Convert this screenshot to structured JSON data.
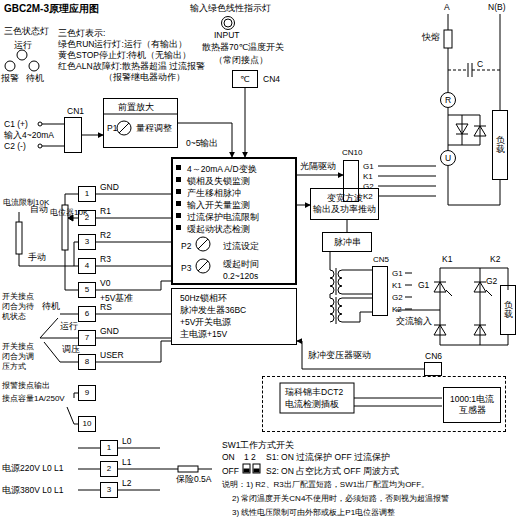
{
  "diagram": {
    "title": "GBC2M-3原理应用图",
    "nodes": [
      {
        "text": [
          "CN1"
        ]
      },
      {
        "text": [
          "前置放大",
          "P1",
          "量程调整"
        ]
      },
      {
        "text": [
          "℃",
          "CN4"
        ]
      },
      {
        "text": [
          "4～20mA A/D变换",
          "锁相及失锁监测",
          "产生移相脉冲",
          "输入开关量监测",
          "过流保护电流限制",
          "缓起动状态检测",
          "P2",
          "过流设定",
          "P3",
          "缓起时间",
          "0.2~120s"
        ]
      },
      {
        "text": [
          "50Hz锁相环",
          "脉冲发生器36BC",
          "+5V开关电源",
          "主电源+15V"
        ]
      },
      {
        "text": [
          "变宽方波",
          "输出及功率推动"
        ]
      },
      {
        "text": [
          "脉冲串"
        ]
      },
      {
        "text": [
          "CN10",
          "G1",
          "K1",
          "G2",
          "K2"
        ]
      },
      {
        "text": [
          "CN5",
          "G1",
          "K1",
          "G2",
          "K2"
        ]
      },
      {
        "text": [
          "CN6"
        ]
      },
      {
        "text": [
          "瑞科锦丰DCT2",
          "电流检测插板"
        ]
      },
      {
        "text": [
          "1000:1电流",
          "互感器"
        ],
        "in": 10
      },
      {
        "text": [
          "1"
        ]
      },
      {
        "text": [
          "2"
        ]
      },
      {
        "text": [
          "3"
        ]
      },
      {
        "text": [
          "4"
        ]
      },
      {
        "text": [
          "5"
        ]
      },
      {
        "text": [
          "6"
        ]
      },
      {
        "text": [
          "7"
        ]
      },
      {
        "text": [
          "8"
        ]
      },
      {
        "text": [
          "9"
        ]
      },
      {
        "text": [
          "10"
        ]
      },
      {
        "text": [
          "1"
        ]
      },
      {
        "text": [
          "2"
        ]
      },
      {
        "text": [
          "3"
        ]
      },
      {
        "text": [
          "R"
        ]
      },
      {
        "text": [
          "U"
        ]
      },
      {
        "text": [
          "负载"
        ]
      },
      {
        "text": [
          "负载"
        ]
      }
    ],
    "edges": [
      {
        "from": 0,
        "to": 1,
        "arrow": "to"
      },
      {
        "from": 1,
        "to": 3,
        "label": "0~5输出",
        "arrow": "to"
      },
      {
        "from": 2,
        "to": 3,
        "arrow": "to"
      },
      {
        "from": 3,
        "to": 7,
        "label": "光隔驱动",
        "arrow": "to"
      },
      {
        "from": 3,
        "to": 5,
        "arrow": "to"
      },
      {
        "from": 5,
        "to": 6,
        "arrow": "none"
      },
      {
        "from": 9,
        "to": 4,
        "arrow": "to"
      },
      {
        "from": 25,
        "to": 26,
        "arrow": "none"
      },
      {
        "from": 12,
        "to": 3,
        "arrow": "none"
      },
      {
        "from": 13,
        "to": 3,
        "arrow": "none"
      },
      {
        "from": 14,
        "to": 3,
        "arrow": "none"
      },
      {
        "from": 15,
        "to": 3,
        "arrow": "none"
      },
      {
        "from": 16,
        "to": 3,
        "arrow": "none"
      },
      {
        "from": 17,
        "to": 4,
        "arrow": "none"
      },
      {
        "from": 18,
        "to": 4,
        "arrow": "none"
      },
      {
        "from": 19,
        "to": 4,
        "arrow": "none"
      }
    ],
    "labels": [
      "三色状态灯",
      "运行",
      "报警",
      "待机",
      "三色灯表示:",
      "绿色RUN运行灯:运行（有输出）",
      "黄色STOP停止灯:待机（无输出）",
      "红色ALN故障灯:散热器超温   过流报警",
      "（报警继电器动作）",
      "输入绿色线性指示灯",
      "INPUT",
      "散热器70℃温度开关",
      "（常闭接点）",
      "A",
      "N(B)",
      "快熔",
      "C",
      "C1 (+)",
      "输入4~20mA",
      "C2 (-)",
      "GND",
      "R1",
      "R2",
      "R3",
      "V0",
      "+5V基准",
      "RS",
      "GND",
      "USER",
      "自动",
      "手动",
      "电位器10K",
      "电流限制10K",
      "开关接点 闭合为待 机状态",
      "待机",
      "运行",
      "调压",
      "开关接点 闭合为调 压方式",
      "报警接点输出",
      "接点容量1A/250V",
      "脉冲变压器驱动",
      "交流输入",
      "K1",
      "G1",
      "G2",
      "K2",
      "L0",
      "L1",
      "L2",
      "电源220V L0 L1",
      "电源380V L0 L1",
      "保险0.5A",
      "SW1工作方式开关",
      "ON",
      "1 2",
      "S1: ON 过流保护   OFF 过流保护",
      "OFF",
      "S2: ON 占空比方式 OFF 周波方式",
      "说明：1) R2、R3出厂配置短路，SW1出厂配置均为OFF。",
      "2) 常闭温度开关CN4不使用时，必须短路，否则视为超温报警",
      "3) 线性电压限制可由外部或板上P1电位器调整"
    ]
  }
}
